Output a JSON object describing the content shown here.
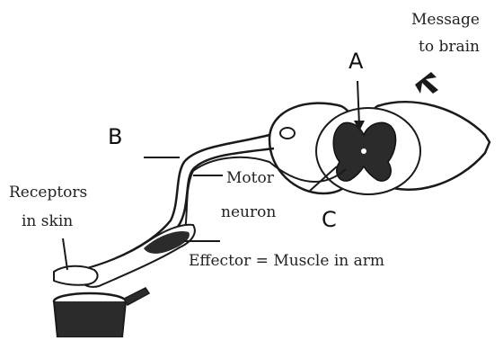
{
  "labels": {
    "message_line1": "Message",
    "message_line2": "to brain",
    "letter_a": "A",
    "letter_b": "B",
    "letter_c": "C",
    "receptors_line1": "Receptors",
    "receptors_line2": "in skin",
    "motor_line1": "Motor",
    "motor_line2": "neuron",
    "effector": "Effector = Muscle in arm"
  },
  "colors": {
    "ink": "#1a1a1a",
    "grey_matter": "#2b2b2b",
    "outline": "#1a1a1a",
    "background": "#ffffff"
  }
}
